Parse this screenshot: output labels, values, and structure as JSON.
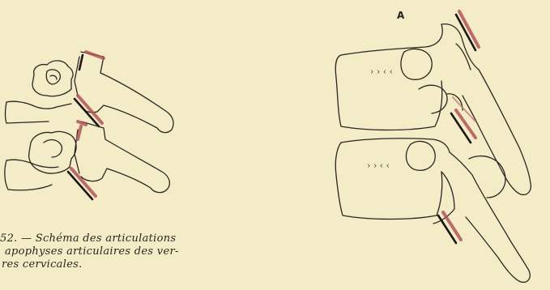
{
  "caption": {
    "line1": "52. — Schéma des articulations",
    "line2": "apophyses articulaires des ver-",
    "line3": "res cervicales."
  },
  "figure_right": {
    "label": "A"
  }
}
